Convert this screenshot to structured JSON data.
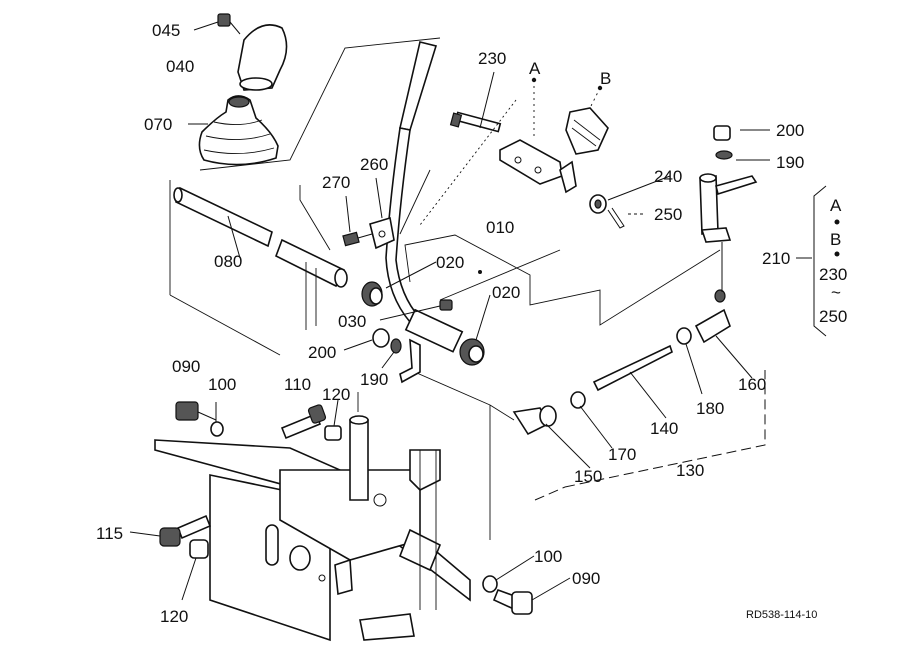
{
  "labels": {
    "p045": "045",
    "p040": "040",
    "p070": "070",
    "p080": "080",
    "p270": "270",
    "p260": "260",
    "p230": "230",
    "pA": "A",
    "pB": "B",
    "p200_top": "200",
    "p190_top": "190",
    "p240": "240",
    "p250": "250",
    "p010": "010",
    "p020_a": "020",
    "p020_b": "020",
    "p030": "030",
    "p200_mid": "200",
    "p190_mid": "190",
    "p090_top": "090",
    "p100_top": "100",
    "p110": "110",
    "p120_top": "120",
    "p115": "115",
    "p120_bot": "120",
    "p100_bot": "100",
    "p090_bot": "090",
    "p150": "150",
    "p170": "170",
    "p140": "140",
    "p130": "130",
    "p180": "180",
    "p160": "160",
    "p210": "210"
  },
  "bracket_210": {
    "a": "A",
    "b": "B",
    "range_start": "230",
    "range_sep": "~",
    "range_end": "250"
  },
  "drawing_code": "RD538-114-10"
}
